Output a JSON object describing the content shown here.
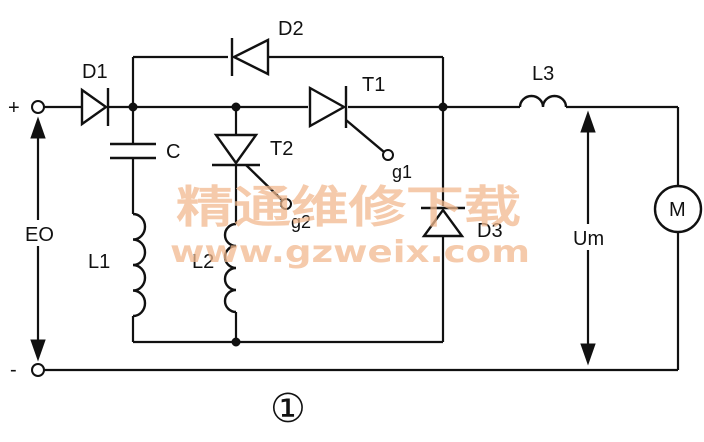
{
  "labels": {
    "plus": "+",
    "minus": "-",
    "D1": "D1",
    "D2": "D2",
    "T1": "T1",
    "T2": "T2",
    "g1": "g1",
    "g2": "g2",
    "C": "C",
    "L1": "L1",
    "L2": "L2",
    "L3": "L3",
    "D3": "D3",
    "E0": "EO",
    "Um": "Um",
    "M": "M",
    "figure_number": "①"
  },
  "watermark": {
    "line1": "精通维修下载",
    "line2": "www.gzweix.com"
  },
  "colors": {
    "ink": "#111111",
    "watermark": "#f2b98f",
    "background": "#ffffff"
  }
}
